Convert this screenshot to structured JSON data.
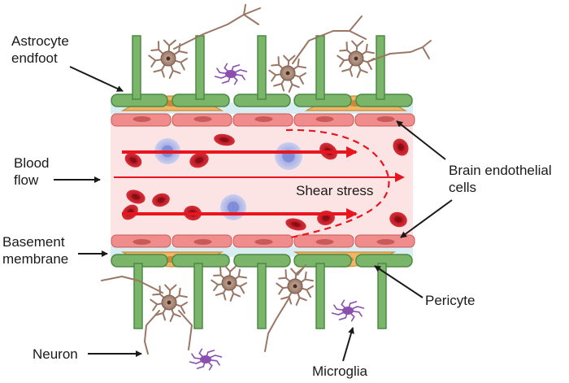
{
  "labels": {
    "astrocyte_endfoot": [
      "Astrocyte",
      "endfoot"
    ],
    "blood_flow": [
      "Blood",
      "flow"
    ],
    "basement_membrane": [
      "Basement",
      "membrane"
    ],
    "neuron": "Neuron",
    "brain_endothelial_cells": [
      "Brain endothelial",
      "cells"
    ],
    "pericyte": "Pericyte",
    "microglia": "Microglia",
    "shear_stress": "Shear stress"
  },
  "colors": {
    "astrocyte": "#7ab56a",
    "astrocyte_dark": "#4d8a45",
    "pericyte": "#f2b565",
    "pericyte_border": "#c98a3a",
    "basement": "#d8eef2",
    "endothelial": "#f08c8c",
    "endothelial_dark": "#c85a5a",
    "lumen": "#fde4e4",
    "rbc": "#c8222c",
    "wbc": "#a8b3e8",
    "flow_arrow": "#e8141e",
    "neuron": "#9a7664",
    "microglia": "#8b4fb0",
    "label_arrow": "#1a1a1a"
  }
}
